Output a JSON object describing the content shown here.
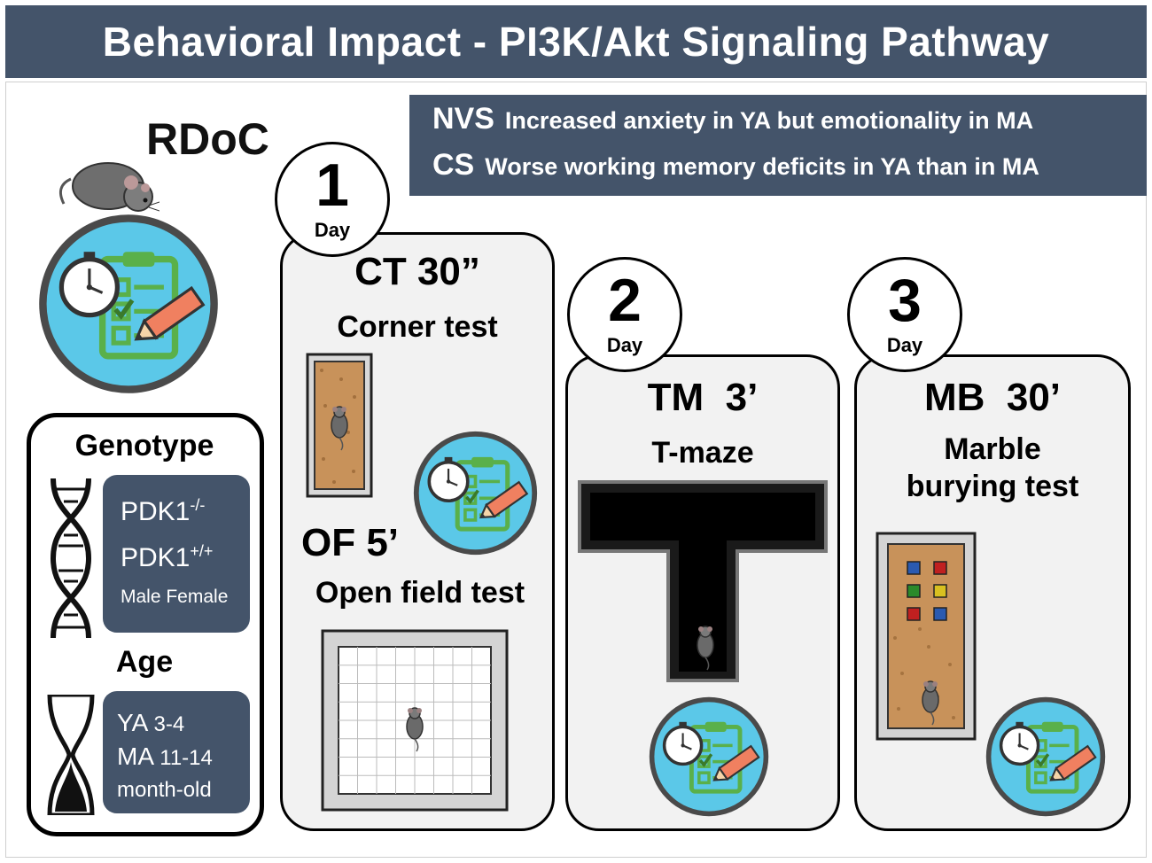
{
  "title": "Behavioral Impact - PI3K/Akt Signaling Pathway",
  "rdoc": "RDoC",
  "summary": [
    {
      "key": "NVS",
      "text": "Increased anxiety in YA but emotionality in MA"
    },
    {
      "key": "CS",
      "text": "Worse working memory deficits in YA than in MA"
    }
  ],
  "design": {
    "genotype_heading": "Genotype",
    "genotypes": [
      "PDK1",
      "PDK1"
    ],
    "genotype_sup": [
      "-/-",
      "+/+"
    ],
    "sex": "Male Female",
    "age_heading": "Age",
    "ages": [
      {
        "label": "YA",
        "range": "3-4"
      },
      {
        "label": "MA",
        "range": "11-14"
      }
    ],
    "age_unit": "month-old"
  },
  "days": [
    {
      "num": "1",
      "label": "Day",
      "tests": [
        {
          "code": "CT 30”",
          "name": "Corner test"
        },
        {
          "code": "OF 5’",
          "name": "Open field test"
        }
      ]
    },
    {
      "num": "2",
      "label": "Day",
      "tests": [
        {
          "code": "TM  3’",
          "name": "T-maze"
        }
      ]
    },
    {
      "num": "3",
      "label": "Day",
      "tests": [
        {
          "code": "MB  30’",
          "name_lines": [
            "Marble",
            "burying test"
          ]
        }
      ]
    }
  ],
  "colors": {
    "header": "#44546a",
    "card": "#f2f2f2",
    "badge": "#5bc8e8",
    "cork": "#c8925a"
  }
}
